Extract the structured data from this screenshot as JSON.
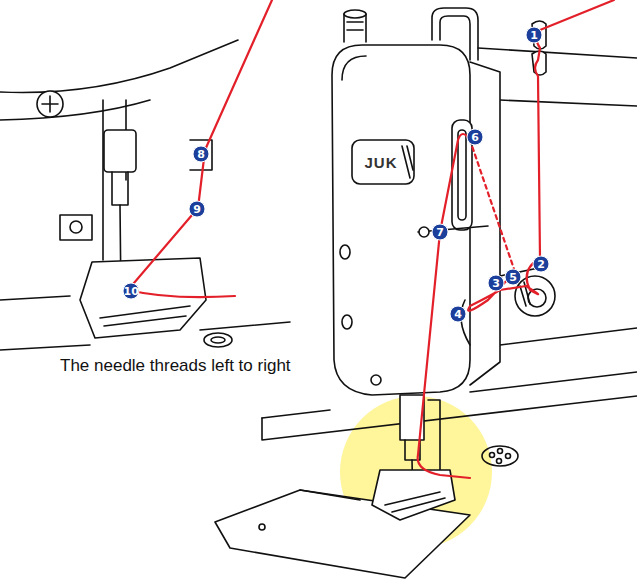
{
  "diagram": {
    "caption": "The needle threads left to right",
    "labels": [
      "1",
      "2",
      "3",
      "4",
      "5",
      "6",
      "7",
      "8",
      "9",
      "10",
      "JUK"
    ]
  }
}
